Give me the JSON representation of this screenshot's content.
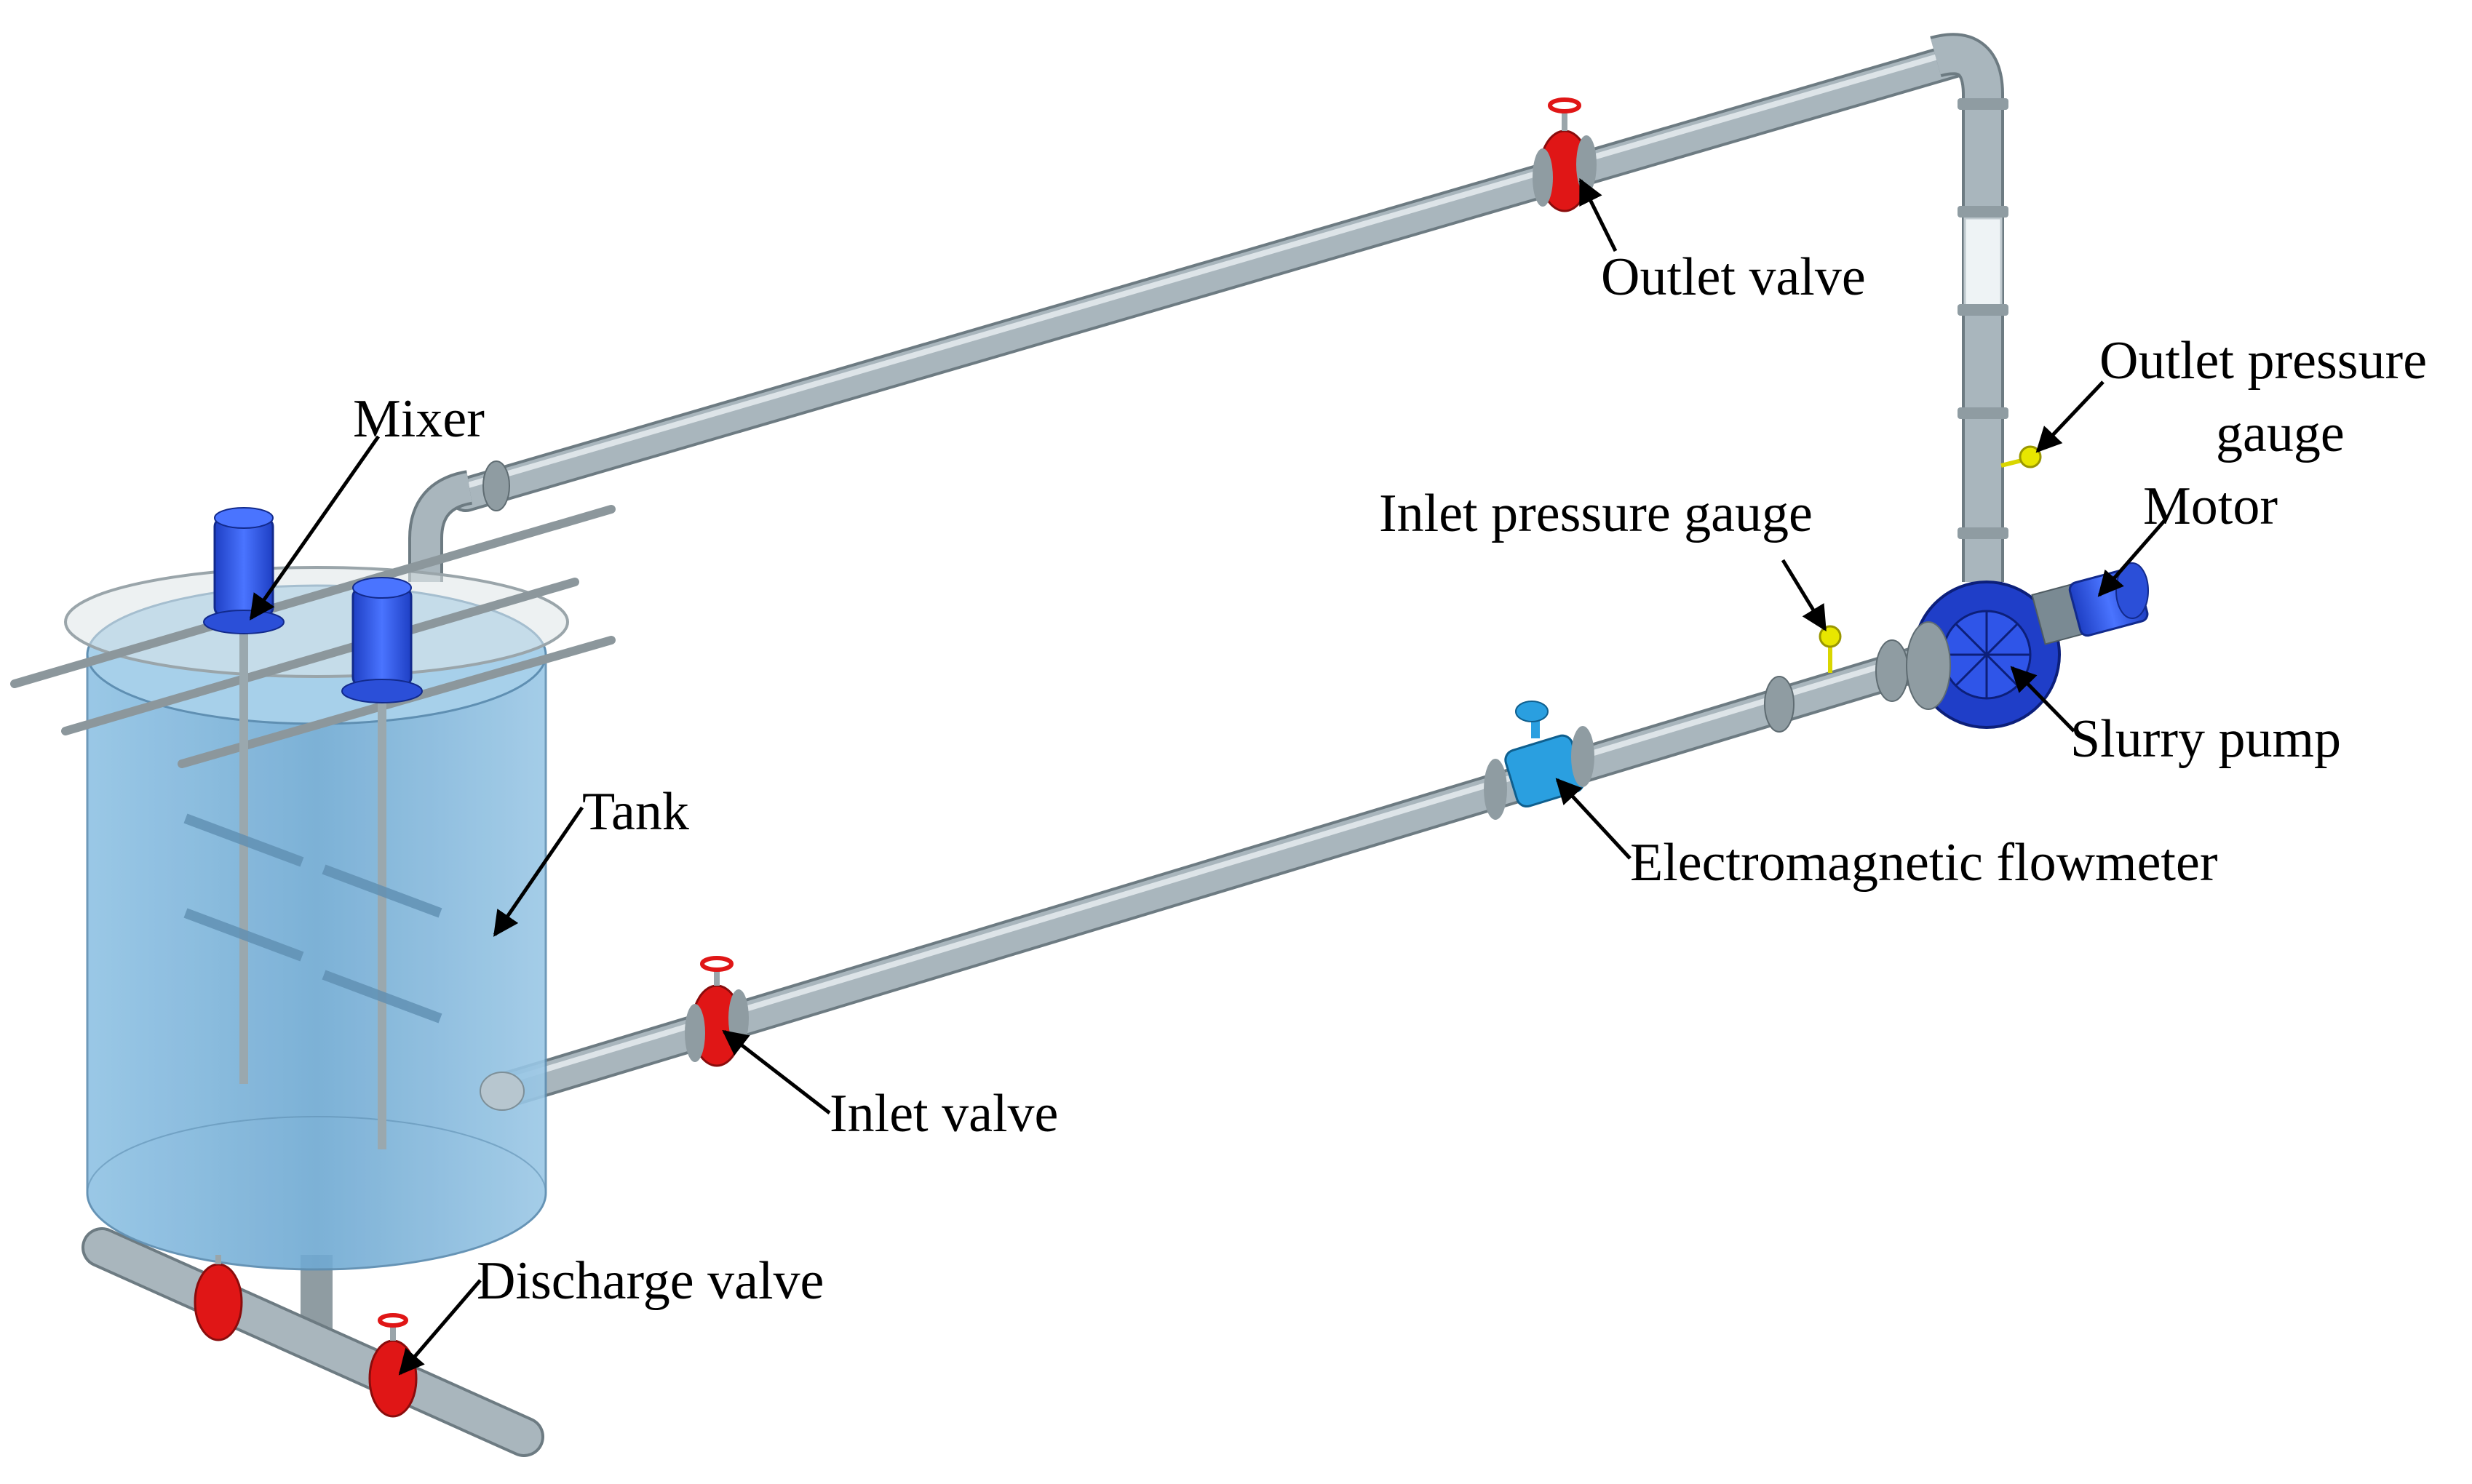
{
  "labels": {
    "outlet_valve": "Outlet valve",
    "outlet_pressure_gauge_line1": "Outlet pressure",
    "outlet_pressure_gauge_line2": "gauge",
    "mixer": "Mixer",
    "inlet_pressure_gauge": "Inlet pressure gauge",
    "motor": "Motor",
    "slurry_pump": "Slurry pump",
    "tank": "Tank",
    "electromagnetic_flowmeter": "Electromagnetic flowmeter",
    "inlet_valve": "Inlet valve",
    "discharge_valve": "Discharge valve"
  },
  "colors": {
    "pipe": "#a9b6bd",
    "pipe_dark": "#6d7b82",
    "valve": "#e01616",
    "tank_water": "#7fb3d8",
    "tank_rim": "#c9d2d6",
    "mixer_motor": "#2b4fd8",
    "flowmeter": "#2a9fe0",
    "gauge": "#e8e600",
    "pump": "#1f3ec8"
  }
}
